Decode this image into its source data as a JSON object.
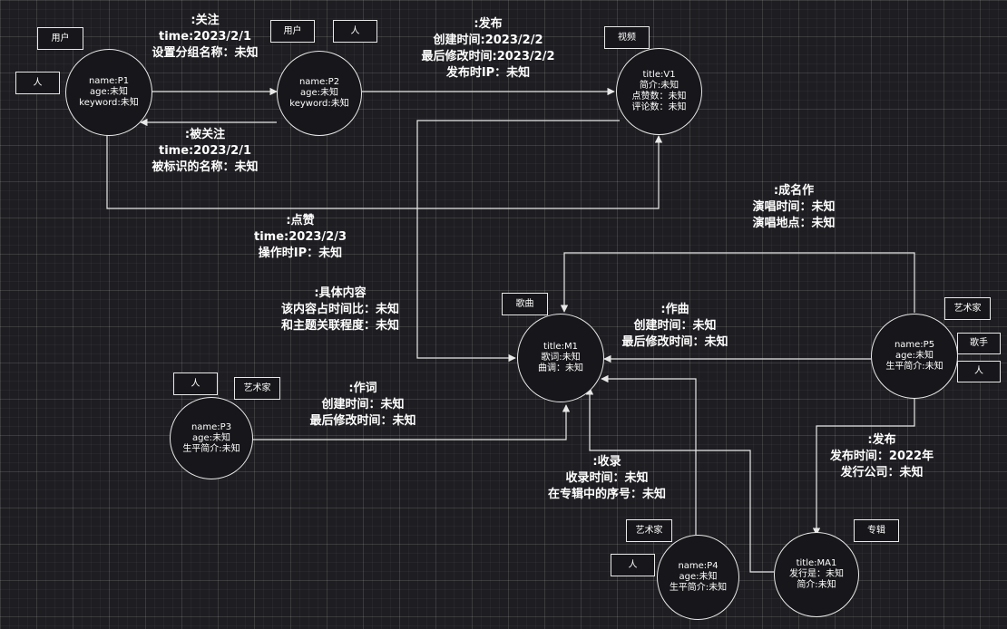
{
  "colors": {
    "background": "#1e1e22",
    "stroke": "#e8e8e8",
    "text": "#ffffff"
  },
  "nodes": {
    "p1": {
      "lines": [
        "name:P1",
        "age:未知",
        "keyword:未知"
      ]
    },
    "p2": {
      "lines": [
        "name:P2",
        "age:未知",
        "keyword:未知"
      ]
    },
    "v1": {
      "lines": [
        "title:V1",
        "简介:未知",
        "点赞数：未知",
        "评论数：未知"
      ]
    },
    "m1": {
      "lines": [
        "title:M1",
        "歌词:未知",
        "曲调：未知"
      ]
    },
    "p3": {
      "lines": [
        "name:P3",
        "age:未知",
        "生平简介:未知"
      ]
    },
    "p5": {
      "lines": [
        "name:P5",
        "age:未知",
        "生平简介:未知"
      ]
    },
    "p4": {
      "lines": [
        "name:P4",
        "age:未知",
        "生平简介:未知"
      ]
    },
    "ma1": {
      "lines": [
        "title:MA1",
        "发行是：未知",
        "简介:未知"
      ]
    }
  },
  "tags": {
    "p1_user": "用户",
    "p1_person": "人",
    "p2_user": "用户",
    "p2_person": "人",
    "v1_video": "视频",
    "m1_song": "歌曲",
    "p3_person": "人",
    "p3_artist": "艺术家",
    "p5_artist": "艺术家",
    "p5_singer": "歌手",
    "p5_person": "人",
    "p4_artist": "艺术家",
    "p4_person": "人",
    "ma1_album": "专辑"
  },
  "edges": {
    "follow": [
      ":关注",
      "time:2023/2/1",
      "设置分组名称：未知"
    ],
    "followed": [
      ":被关注",
      "time:2023/2/1",
      "被标识的名称：未知"
    ],
    "publish_video": [
      ":发布",
      "创建时间:2023/2/2",
      "最后修改时间:2023/2/2",
      "发布时IP：未知"
    ],
    "like": [
      ":点赞",
      "time:2023/2/3",
      "操作时IP：未知"
    ],
    "content": [
      ":具体内容",
      "该内容占时间比：未知",
      "和主题关联程度：未知"
    ],
    "famous": [
      ":成名作",
      "演唱时间：未知",
      "演唱地点：未知"
    ],
    "compose": [
      ":作曲",
      "创建时间：未知",
      "最后修改时间：未知"
    ],
    "lyrics": [
      ":作词",
      "创建时间：未知",
      "最后修改时间：未知"
    ],
    "collect": [
      ":收录",
      "收录时间：未知",
      "在专辑中的序号：未知"
    ],
    "publish_album": [
      ":发布",
      "发布时间：2022年",
      "发行公司：未知"
    ]
  }
}
